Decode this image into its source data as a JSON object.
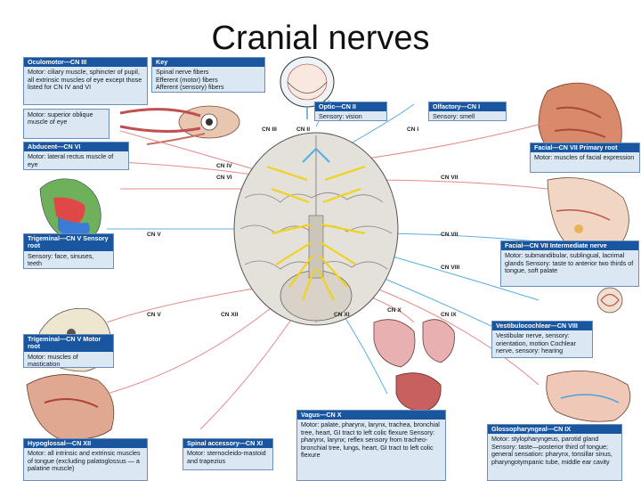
{
  "title": "Cranial nerves",
  "key": {
    "header": "Key",
    "lines": [
      "Spinal nerve fibers",
      "Efferent (motor) fibers",
      "Afferent (sensory) fibers"
    ]
  },
  "boxes": {
    "oculomotor": {
      "header": "Oculomotor—CN III",
      "body": "Motor: ciliary muscle, sphincter of pupil, all extrinsic muscles of eye except those listed for CN IV and VI"
    },
    "trochlear": {
      "header": "",
      "body": "Motor: superior oblique muscle of eye"
    },
    "abducent": {
      "header": "Abducent—CN VI",
      "body": "Motor: lateral rectus muscle of eye"
    },
    "trigeminal_sensory": {
      "header": "Trigeminal—CN V Sensory root",
      "body": "Sensory: face, sinuses, teeth"
    },
    "trigeminal_motor": {
      "header": "Trigeminal—CN V Motor root",
      "body": "Motor: muscles of mastication"
    },
    "hypoglossal": {
      "header": "Hypoglossal—CN XII",
      "body": "Motor: all intrinsic and extrinsic muscles of tongue (excluding palatoglossus — a palatine muscle)"
    },
    "accessory": {
      "header": "Spinal accessory—CN XI",
      "body": "Motor: sternocleido-mastoid and trapezius"
    },
    "optic": {
      "header": "Optic—CN II",
      "body": "Sensory: vision"
    },
    "olfactory": {
      "header": "Olfactory—CN I",
      "body": "Sensory: smell"
    },
    "facial_primary": {
      "header": "Facial—CN VII Primary root",
      "body": "Motor: muscles of facial expression"
    },
    "facial_intermediate": {
      "header": "Facial—CN VII Intermediate nerve",
      "body": "Motor: submandibular, sublingual, lacrimal glands Sensory: taste to anterior two thirds of tongue, soft palate"
    },
    "vestibulocochlear": {
      "header": "Vestibulocochlear—CN VIII",
      "body": "Vestibular nerve, sensory: orientation, motion Cochlear nerve, sensory: hearing"
    },
    "vagus": {
      "header": "Vagus—CN X",
      "body": "Motor: palate, pharynx, larynx, trachea, bronchial tree, heart, GI tract to left colic flexure Sensory: pharynx, larynx; reflex sensory from tracheo-bronchial tree, lungs, heart, GI tract to left colic flexure"
    },
    "glossopharyngeal": {
      "header": "Glossopharyngeal—CN IX",
      "body": "Motor: stylopharyngeus, parotid gland Sensory: taste—posterior third of tongue; general sensation: pharynx, tonsillar sinus, pharyngotympanic tube, middle ear cavity"
    }
  },
  "nerve_labels": {
    "cn3": "CN III",
    "cn2": "CN II",
    "cn1": "CN I",
    "cn4": "CN IV",
    "cn6": "CN VI",
    "cn7a": "CN VII",
    "cn5a": "CN V",
    "cn7b": "CN VII",
    "cn8": "CN VIII",
    "cn5b": "CN V",
    "cn12": "CN XII",
    "cn11": "CN XI",
    "cn10": "CN X",
    "cn9": "CN IX"
  },
  "colors": {
    "box_fill": "#dbe8f4",
    "box_header": "#1a56a0",
    "motor": "#e58a8a",
    "sensory": "#5ab0e0",
    "nerve_yellow": "#f1d21c"
  }
}
